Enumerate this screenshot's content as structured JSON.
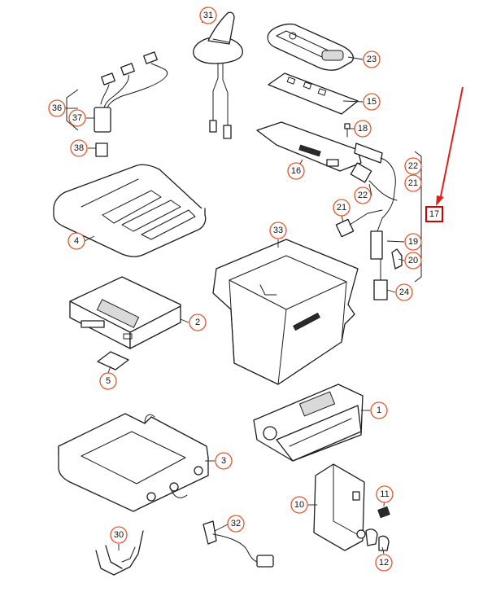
{
  "diagram": {
    "callouts": [
      "31",
      "23",
      "15",
      "18",
      "36",
      "37",
      "38",
      "16",
      "22",
      "22",
      "21",
      "21",
      "17",
      "4",
      "33",
      "19",
      "20",
      "24",
      "2",
      "5",
      "1",
      "3",
      "10",
      "11",
      "32",
      "30",
      "12"
    ],
    "highlight": {
      "label": "17",
      "border_color": "#cc0000",
      "arrow_color": "#e02020"
    },
    "colors": {
      "callout_ring": "#e0552a",
      "line": "#1c1c1c"
    }
  }
}
